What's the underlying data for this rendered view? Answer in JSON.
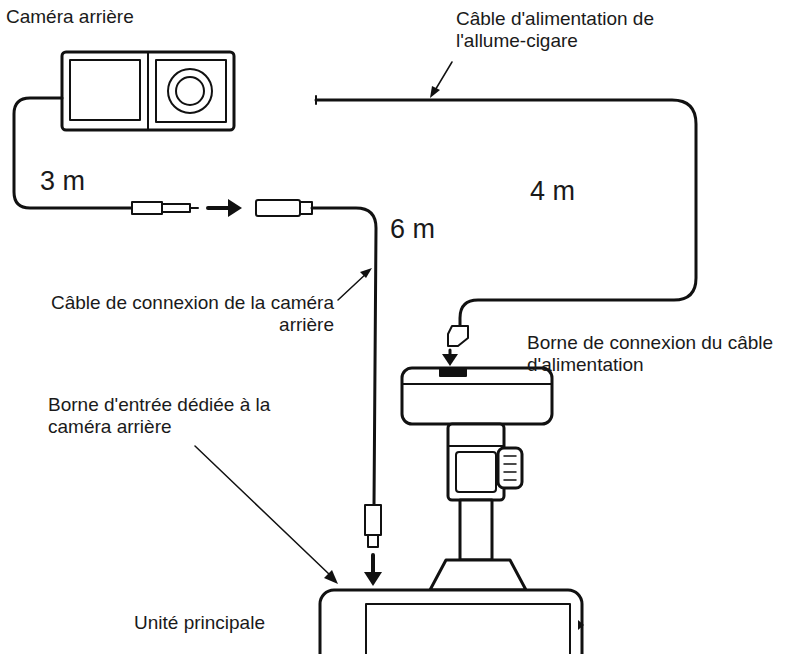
{
  "diagram": {
    "labels": [
      "Caméra arrière",
      "Câble d'alimentation de l'allume-cigare",
      "3 m",
      "6 m",
      "4 m",
      "Câble de connexion de la caméra arrière",
      "Borne de connexion du câble d'alimentation",
      "Borne d'entrée dédiée à la caméra arrière",
      "Unité principale"
    ]
  }
}
